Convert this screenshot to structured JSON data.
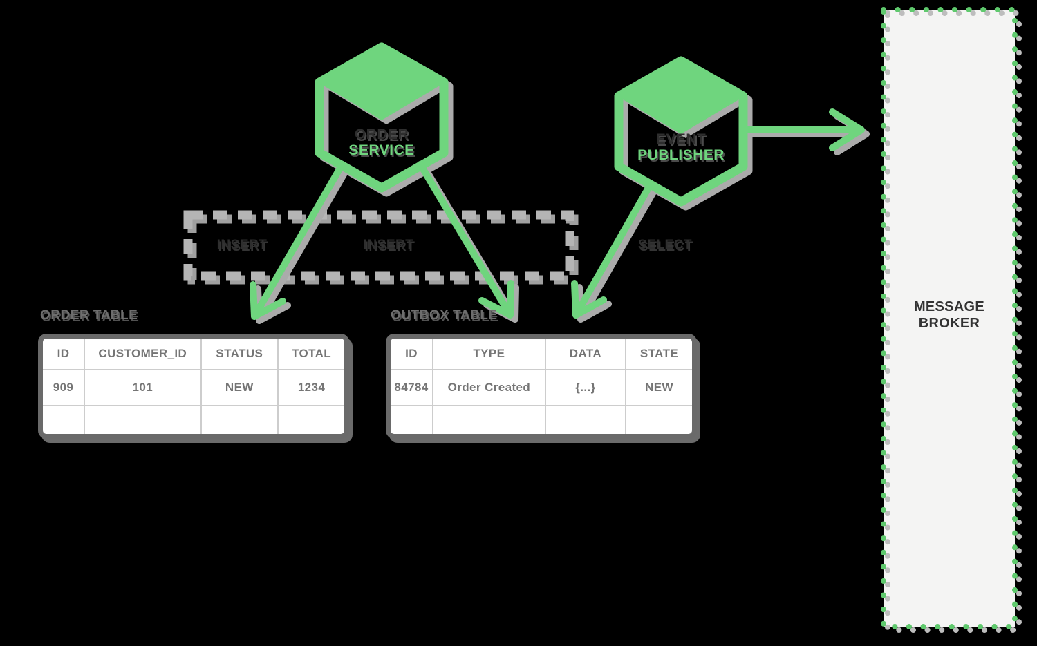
{
  "palette": {
    "background": "#000000",
    "green": "#6FD57E",
    "green_dots": "#5FC96D",
    "gray_shadow": "#ABABAB",
    "dashed_gray": "#B5B5B5",
    "dark_text": "#2E2E2E",
    "gray_title_text": "#6E6E6E",
    "table_text": "#757575",
    "table_border": "#6A6A6A",
    "broker_bg": "#F4F4F3",
    "broker_text": "#333333"
  },
  "services": {
    "order": {
      "line1": "ORDER",
      "line2": "SERVICE"
    },
    "publisher": {
      "line1": "EVENT",
      "line2": "PUBLISHER"
    }
  },
  "operations": {
    "insert_order": "INSERT",
    "insert_outbox": "INSERT",
    "read_outbox": "SELECT"
  },
  "tables": {
    "order": {
      "title": "ORDER TABLE",
      "headers": [
        "ID",
        "CUSTOMER_ID",
        "STATUS",
        "TOTAL"
      ],
      "rows": [
        [
          "909",
          "101",
          "NEW",
          "1234"
        ],
        [
          "",
          "",
          "",
          ""
        ]
      ]
    },
    "outbox": {
      "title": "OUTBOX TABLE",
      "headers": [
        "ID",
        "TYPE",
        "DATA",
        "STATE"
      ],
      "rows": [
        [
          "84784",
          "Order Created",
          "{...}",
          "NEW"
        ],
        [
          "",
          "",
          "",
          ""
        ]
      ]
    }
  },
  "broker": {
    "line1": "MESSAGE",
    "line2": "BROKER"
  }
}
